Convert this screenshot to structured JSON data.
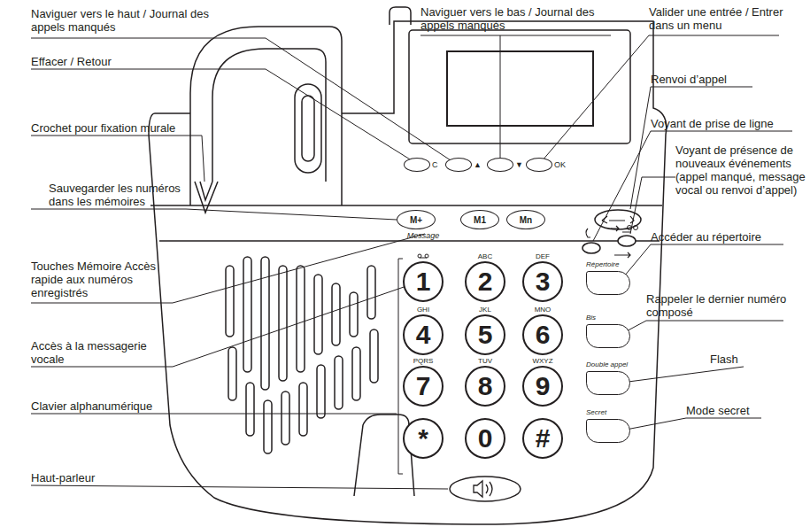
{
  "diagram": {
    "nodes": [
      {
        "text": [
          "C"
        ]
      },
      {
        "text": [
          "▲"
        ]
      },
      {
        "text": [
          "▼"
        ]
      },
      {
        "text": [
          "OK"
        ]
      },
      {
        "text": [
          "M+"
        ]
      },
      {
        "text": [
          "M1"
        ]
      },
      {
        "text": [
          "Mn"
        ]
      },
      {
        "text": [
          "Message",
          "1"
        ]
      },
      {
        "text": [
          "ABC",
          "2"
        ]
      },
      {
        "text": [
          "DEF",
          "3"
        ]
      },
      {
        "text": [
          "GHI",
          "4"
        ]
      },
      {
        "text": [
          "JKL",
          "5"
        ]
      },
      {
        "text": [
          "MNO",
          "6"
        ]
      },
      {
        "text": [
          "PQRS",
          "7"
        ]
      },
      {
        "text": [
          "TUV",
          "8"
        ]
      },
      {
        "text": [
          "WXYZ",
          "9"
        ]
      },
      {
        "text": [
          "*"
        ]
      },
      {
        "text": [
          "0"
        ]
      },
      {
        "text": [
          "#"
        ]
      },
      {
        "text": [
          "Répertoire"
        ]
      },
      {
        "text": [
          "Bis"
        ]
      },
      {
        "text": [
          "Double appel"
        ]
      },
      {
        "text": [
          "Secret"
        ]
      }
    ],
    "labels": [
      "Naviguer vers le haut / Journal des appels manqués",
      "Naviguer vers le bas / Journal des appels manqués",
      "Valider une entrée / Entrer dans un menu",
      "Effacer / Retour",
      "Renvoi d’appel",
      "Crochet pour fixation murale",
      "Voyant de prise de ligne",
      "Voyant de présence de nouveaux événements (appel manqué, message vocal ou renvoi d’appel)",
      "Sauvegarder les numéros dans les mémoires",
      "Accéder au répertoire",
      "Touches Mémoire Accès rapide aux numéros enregistrés",
      "Rappeler le dernier numéro composé",
      "Accès à la messagerie vocale",
      "Flash",
      "Clavier alphanumérique",
      "Mode secret",
      "Haut-parleur"
    ]
  }
}
